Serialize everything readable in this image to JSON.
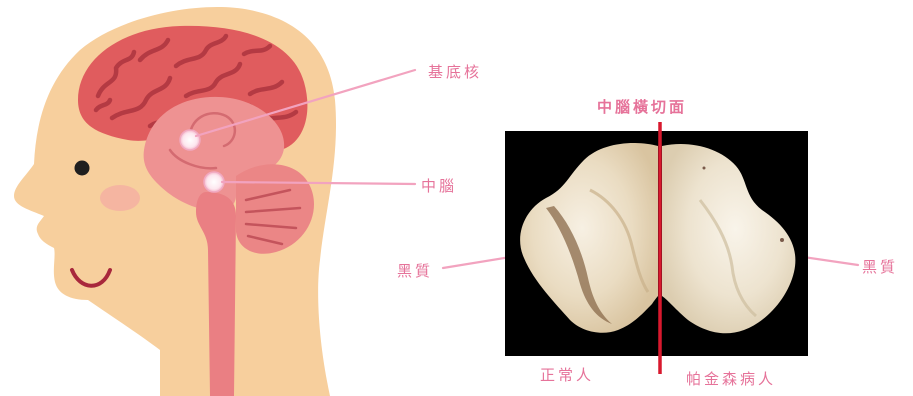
{
  "labels": {
    "basal_ganglia": "基底核",
    "midbrain": "中腦",
    "midbrain_cross_section": "中腦橫切面",
    "substantia_nigra_left": "黑質",
    "substantia_nigra_right": "黑質",
    "normal_person": "正常人",
    "parkinson_patient": "帕金森病人"
  },
  "colors": {
    "skin": "#f7cf9d",
    "cerebrum": "#e05c5e",
    "cerebrum_folds": "#b43a43",
    "deep_brain": "#ee9292",
    "brainstem": "#ea7f83",
    "cerebellum": "#eb8686",
    "smile": "#a8283c",
    "cheek": "#f4b0a2",
    "pointer_line": "#f2a3bf",
    "label_text": "#e6739a",
    "divider_line": "#d8192e",
    "photo_background": "#000000",
    "tissue": "#f0e6d4"
  }
}
